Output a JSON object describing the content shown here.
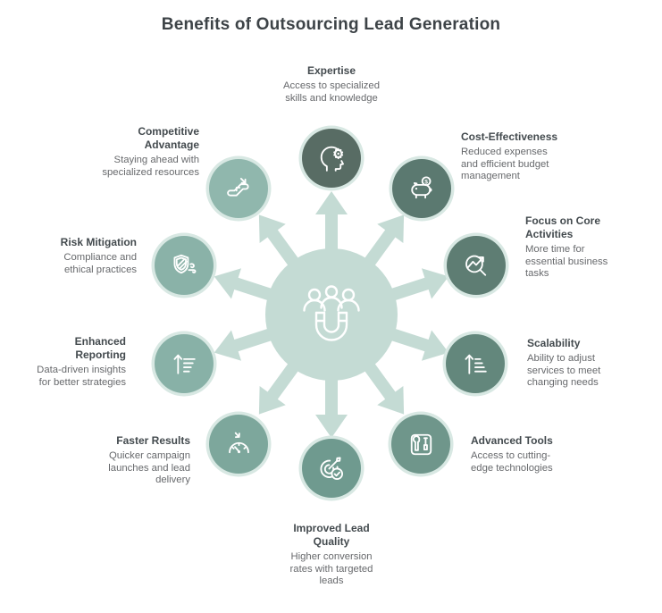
{
  "title": "Benefits of Outsourcing Lead Generation",
  "colors": {
    "hub": "#c4dbd4",
    "halo": "#d8e8e3",
    "title_text": "#3d4347",
    "heading_text": "#434a4e",
    "body_text": "#67696c",
    "icon_stroke": "#ffffff"
  },
  "center": {
    "icon": "lead-magnet-people-icon"
  },
  "nodes": [
    {
      "id": "expertise",
      "label": "Expertise",
      "description": "Access to specialized\nskills and knowledge",
      "color": "#586c64",
      "icon": "head-gear-icon"
    },
    {
      "id": "cost-effectiveness",
      "label": "Cost-Effectiveness",
      "description": "Reduced expenses\nand efficient budget\nmanagement",
      "color": "#5b7970",
      "icon": "piggy-bank-icon"
    },
    {
      "id": "focus-on-core-activities",
      "label": "Focus on Core\nActivities",
      "description": "More time for\nessential business\ntasks",
      "color": "#5e7d73",
      "icon": "magnifier-trend-icon"
    },
    {
      "id": "scalability",
      "label": "Scalability",
      "description": "Ability to adjust\nservices to meet\nchanging needs",
      "color": "#63877c",
      "icon": "ascending-lines-icon"
    },
    {
      "id": "advanced-tools",
      "label": "Advanced Tools",
      "description": "Access to cutting-\nedge technologies",
      "color": "#6f968b",
      "icon": "tools-box-icon"
    },
    {
      "id": "improved-lead-quality",
      "label": "Improved Lead\nQuality",
      "description": "Higher conversion\nrates with targeted\nleads",
      "color": "#6f9a8f",
      "icon": "target-check-icon"
    },
    {
      "id": "faster-results",
      "label": "Faster Results",
      "description": "Quicker campaign\nlaunches and lead\ndelivery",
      "color": "#7da79c",
      "icon": "speedometer-icon"
    },
    {
      "id": "enhanced-reporting",
      "label": "Enhanced\nReporting",
      "description": "Data-driven insights\nfor better strategies",
      "color": "#88b1a7",
      "icon": "report-lines-icon"
    },
    {
      "id": "risk-mitigation",
      "label": "Risk Mitigation",
      "description": "Compliance and\nethical practices",
      "color": "#8ab2a8",
      "icon": "shield-wind-icon"
    },
    {
      "id": "competitive-advantage",
      "label": "Competitive\nAdvantage",
      "description": "Staying ahead with\nspecialized resources",
      "color": "#90b7ad",
      "icon": "escalator-arrow-icon"
    }
  ]
}
